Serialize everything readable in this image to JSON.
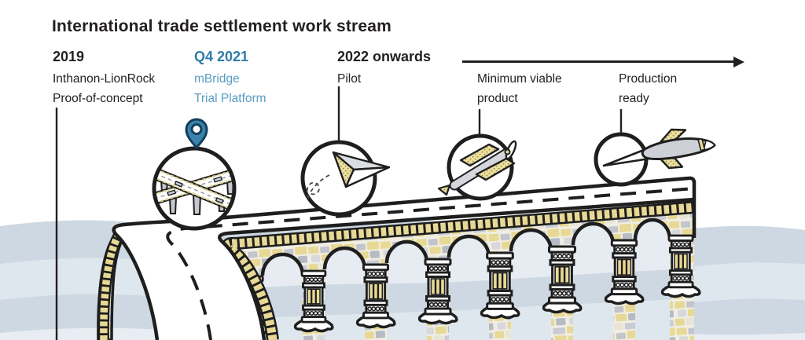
{
  "title": "International trade settlement work stream",
  "milestones": [
    {
      "date": "2019",
      "label": "Inthanon-LionRock\nProof-of-concept"
    },
    {
      "date": "Q4 2021",
      "label": "mBridge\nTrial Platform"
    },
    {
      "date": "2022 onwards",
      "label": "Pilot"
    },
    {
      "date": "",
      "label": "Minimum viable\nproduct"
    },
    {
      "date": "",
      "label": "Production\nready"
    }
  ],
  "colors": {
    "ink": "#231f20",
    "outline": "#1e1e1e",
    "accent_blue": "#2e7ca8",
    "accent_blue_light": "#5a9cc3",
    "pin_blue": "#3d82ae",
    "stone_yellow": "#e7d995",
    "stone_gray": "#b6bac2",
    "water_dark": "#cdd8e2",
    "water_light": "#dfe7ee"
  },
  "illustration": {
    "icons": [
      "map-pin-icon",
      "highway-interchange-icon",
      "paper-plane-icon",
      "propeller-plane-icon",
      "rocket-icon"
    ]
  }
}
